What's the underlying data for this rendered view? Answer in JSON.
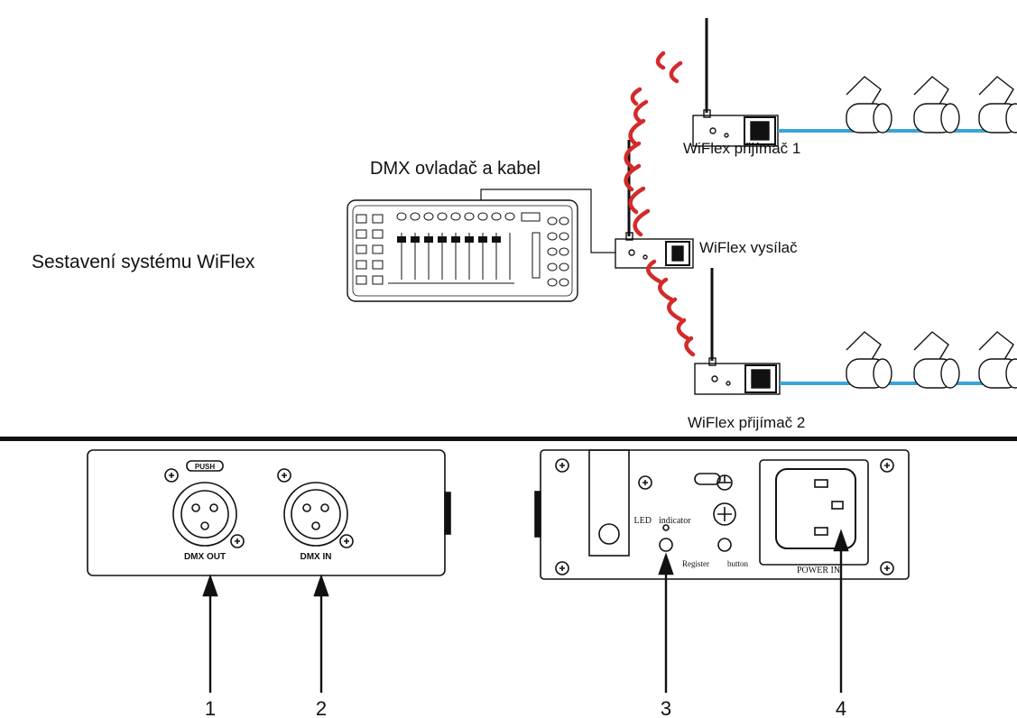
{
  "title": "Sestavení systému WiFlex",
  "labels": {
    "controller": "DMX ovladač a kabel",
    "transmitter": "WiFlex vysílač",
    "receiver1": "WiFlex přijímač 1",
    "receiver2": "WiFlex přijímač 2"
  },
  "panel_left": {
    "push": "PUSH",
    "dmx_out": "DMX OUT",
    "dmx_in": "DMX IN"
  },
  "panel_right": {
    "led": "LED",
    "indicator": "indicator",
    "register": "Register",
    "button": "button",
    "power_in": "POWER IN"
  },
  "callouts": [
    "1",
    "2",
    "3",
    "4"
  ],
  "colors": {
    "signal": "#d42a2a",
    "cable": "#3ba4d8",
    "line": "#111111"
  }
}
